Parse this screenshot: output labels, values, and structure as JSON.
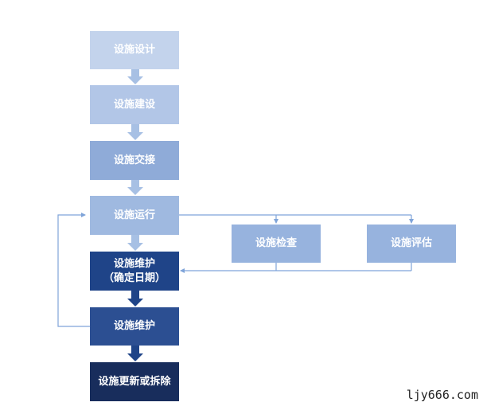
{
  "nodes": {
    "design": "设施设计",
    "build": "设施建设",
    "handover": "设施交接",
    "operate": "设施运行",
    "maintain_scheduled_line1": "设施维护",
    "maintain_scheduled_line2": "（确定日期）",
    "maintain": "设施维护",
    "renew": "设施更新或拆除",
    "inspect": "设施检查",
    "evaluate": "设施评估"
  },
  "colors": {
    "design": "#c3d3ec",
    "build": "#b2c6e7",
    "handover": "#8fabd8",
    "operate": "#9fb9e0",
    "maintain_scheduled": "#1f4488",
    "maintain": "#2c4f92",
    "renew": "#182d5c",
    "inspect": "#97b3de",
    "evaluate": "#97b3de",
    "arrow_light": "#a7c0e4",
    "arrow_dark": "#1f4488",
    "line": "#7fa4d9"
  },
  "watermark": "ljy666.com"
}
